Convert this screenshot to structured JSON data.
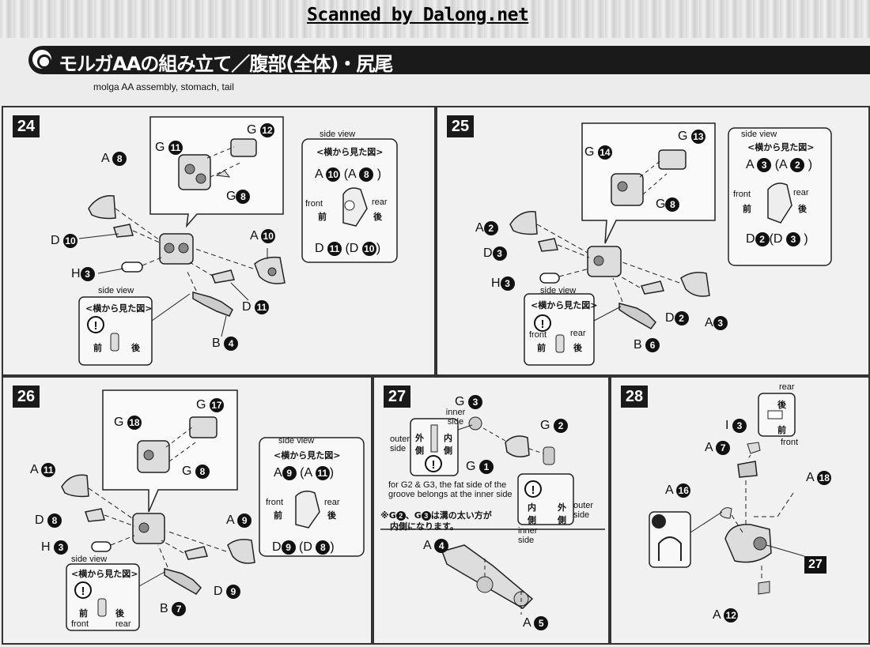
{
  "header": {
    "scan_credit": "Scanned by Dalong.net",
    "title": "モルガAAの組み立て／腹部(全体)・尻尾",
    "subtitle": "molga AA assembly, stomach, tail"
  },
  "common": {
    "side_view_en": "side view",
    "side_view_jp": "<横から見た図>",
    "front_en": "front",
    "rear_en": "rear",
    "front_jp": "前",
    "rear_jp": "後",
    "warning": "!"
  },
  "step24": {
    "number": "24",
    "g11": {
      "letter": "G",
      "num": "11"
    },
    "g12": {
      "letter": "G",
      "num": "12"
    },
    "g8": {
      "letter": "G",
      "num": "8"
    },
    "a8": {
      "letter": "A",
      "num": "8"
    },
    "d10": {
      "letter": "D",
      "num": "10"
    },
    "h3": {
      "letter": "H",
      "num": "3"
    },
    "a10": {
      "letter": "A",
      "num": "10"
    },
    "d11": {
      "letter": "D",
      "num": "11"
    },
    "b4": {
      "letter": "B",
      "num": "4"
    },
    "sv_top": {
      "letter": "A",
      "num": "10",
      "alt_letter": "(A",
      "alt_num": "8",
      "close": ")"
    },
    "sv_bottom": {
      "letter": "D",
      "num": "11",
      "alt_letter": "(D",
      "alt_num": "10",
      "close": ")"
    }
  },
  "step25": {
    "number": "25",
    "g13": {
      "letter": "G",
      "num": "13"
    },
    "g14": {
      "letter": "G",
      "num": "14"
    },
    "g8": {
      "letter": "G",
      "num": "8"
    },
    "a2": {
      "letter": "A",
      "num": "2"
    },
    "d3": {
      "letter": "D",
      "num": "3"
    },
    "h3": {
      "letter": "H",
      "num": "3"
    },
    "d2": {
      "letter": "D",
      "num": "2"
    },
    "a3": {
      "letter": "A",
      "num": "3"
    },
    "b6": {
      "letter": "B",
      "num": "6"
    },
    "sv_top": {
      "letter": "A",
      "num": "3",
      "alt_letter": "(A",
      "alt_num": "2",
      "close": ")"
    },
    "sv_bottom": {
      "letter": "D",
      "num": "2",
      "alt_letter": "(D",
      "alt_num": "3",
      "close": ")"
    }
  },
  "step26": {
    "number": "26",
    "g17": {
      "letter": "G",
      "num": "17"
    },
    "g18": {
      "letter": "G",
      "num": "18"
    },
    "g8": {
      "letter": "G",
      "num": "8"
    },
    "a11": {
      "letter": "A",
      "num": "11"
    },
    "d8": {
      "letter": "D",
      "num": "8"
    },
    "h3": {
      "letter": "H",
      "num": "3"
    },
    "a9": {
      "letter": "A",
      "num": "9"
    },
    "d9": {
      "letter": "D",
      "num": "9"
    },
    "b7": {
      "letter": "B",
      "num": "7"
    },
    "sv_top": {
      "letter": "A",
      "num": "9",
      "alt_letter": "(A",
      "alt_num": "11",
      "close": ")"
    },
    "sv_bottom": {
      "letter": "D",
      "num": "9",
      "alt_letter": "(D",
      "alt_num": "8",
      "close": ")"
    }
  },
  "step27": {
    "number": "27",
    "g3": {
      "letter": "G",
      "num": "3"
    },
    "g2": {
      "letter": "G",
      "num": "2"
    },
    "g1": {
      "letter": "G",
      "num": "1"
    },
    "a4": {
      "letter": "A",
      "num": "4"
    },
    "a5": {
      "letter": "A",
      "num": "5"
    },
    "inner_side": "inner side",
    "outer_side": "outer side",
    "outer_jp": "外側",
    "inner_jp": "内側",
    "note_en": "for G2 & G3, the fat side of the groove belongs at the inner side",
    "note_jp_prefix": "※G",
    "note_jp_mid": "、G",
    "note_jp_suffix": "は溝の太い方が",
    "note_jp_line2": "内側になります。",
    "note_n1": "2",
    "note_n2": "3"
  },
  "step28": {
    "number": "28",
    "i3": {
      "letter": "I",
      "num": "3"
    },
    "a7": {
      "letter": "A",
      "num": "7"
    },
    "a16": {
      "letter": "A",
      "num": "16"
    },
    "a18": {
      "letter": "A",
      "num": "18"
    },
    "a12": {
      "letter": "A",
      "num": "12"
    },
    "ref_step": "27",
    "rear_en": "rear",
    "front_en": "front"
  }
}
